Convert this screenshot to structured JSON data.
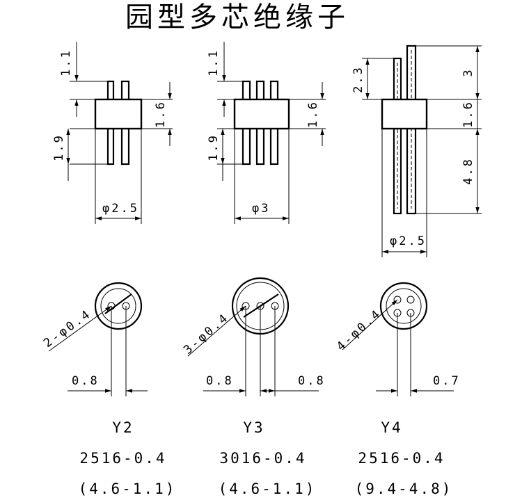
{
  "title": "园型多芯绝缘子",
  "parts": [
    {
      "id": "Y2",
      "side_dims": {
        "top": "1.1",
        "bottom": "1.9",
        "body": "1.6",
        "dia": "φ2.5"
      },
      "bottom_view": {
        "holes": "2-φ0.4",
        "pitch_left": "0.8"
      },
      "label": "Y2",
      "code": "2516-0.4",
      "spec": "(4.6-1.1)"
    },
    {
      "id": "Y3",
      "side_dims": {
        "top": "1.1",
        "bottom": "1.9",
        "body": "1.6",
        "dia": "φ3"
      },
      "bottom_view": {
        "holes": "3-φ0.4",
        "pitch_left": "0.8",
        "pitch_right": "0.8"
      },
      "label": "Y3",
      "code": "3016-0.4",
      "spec": "(4.6-1.1)"
    },
    {
      "id": "Y4",
      "side_dims": {
        "top_short": "2.3",
        "top": "3",
        "body": "1.6",
        "bottom": "4.8",
        "dia": "φ2.5"
      },
      "bottom_view": {
        "holes": "4-φ0.4",
        "pitch_right": "0.7"
      },
      "label": "Y4",
      "code": "2516-0.4",
      "spec": "(9.4-4.8)"
    }
  ]
}
